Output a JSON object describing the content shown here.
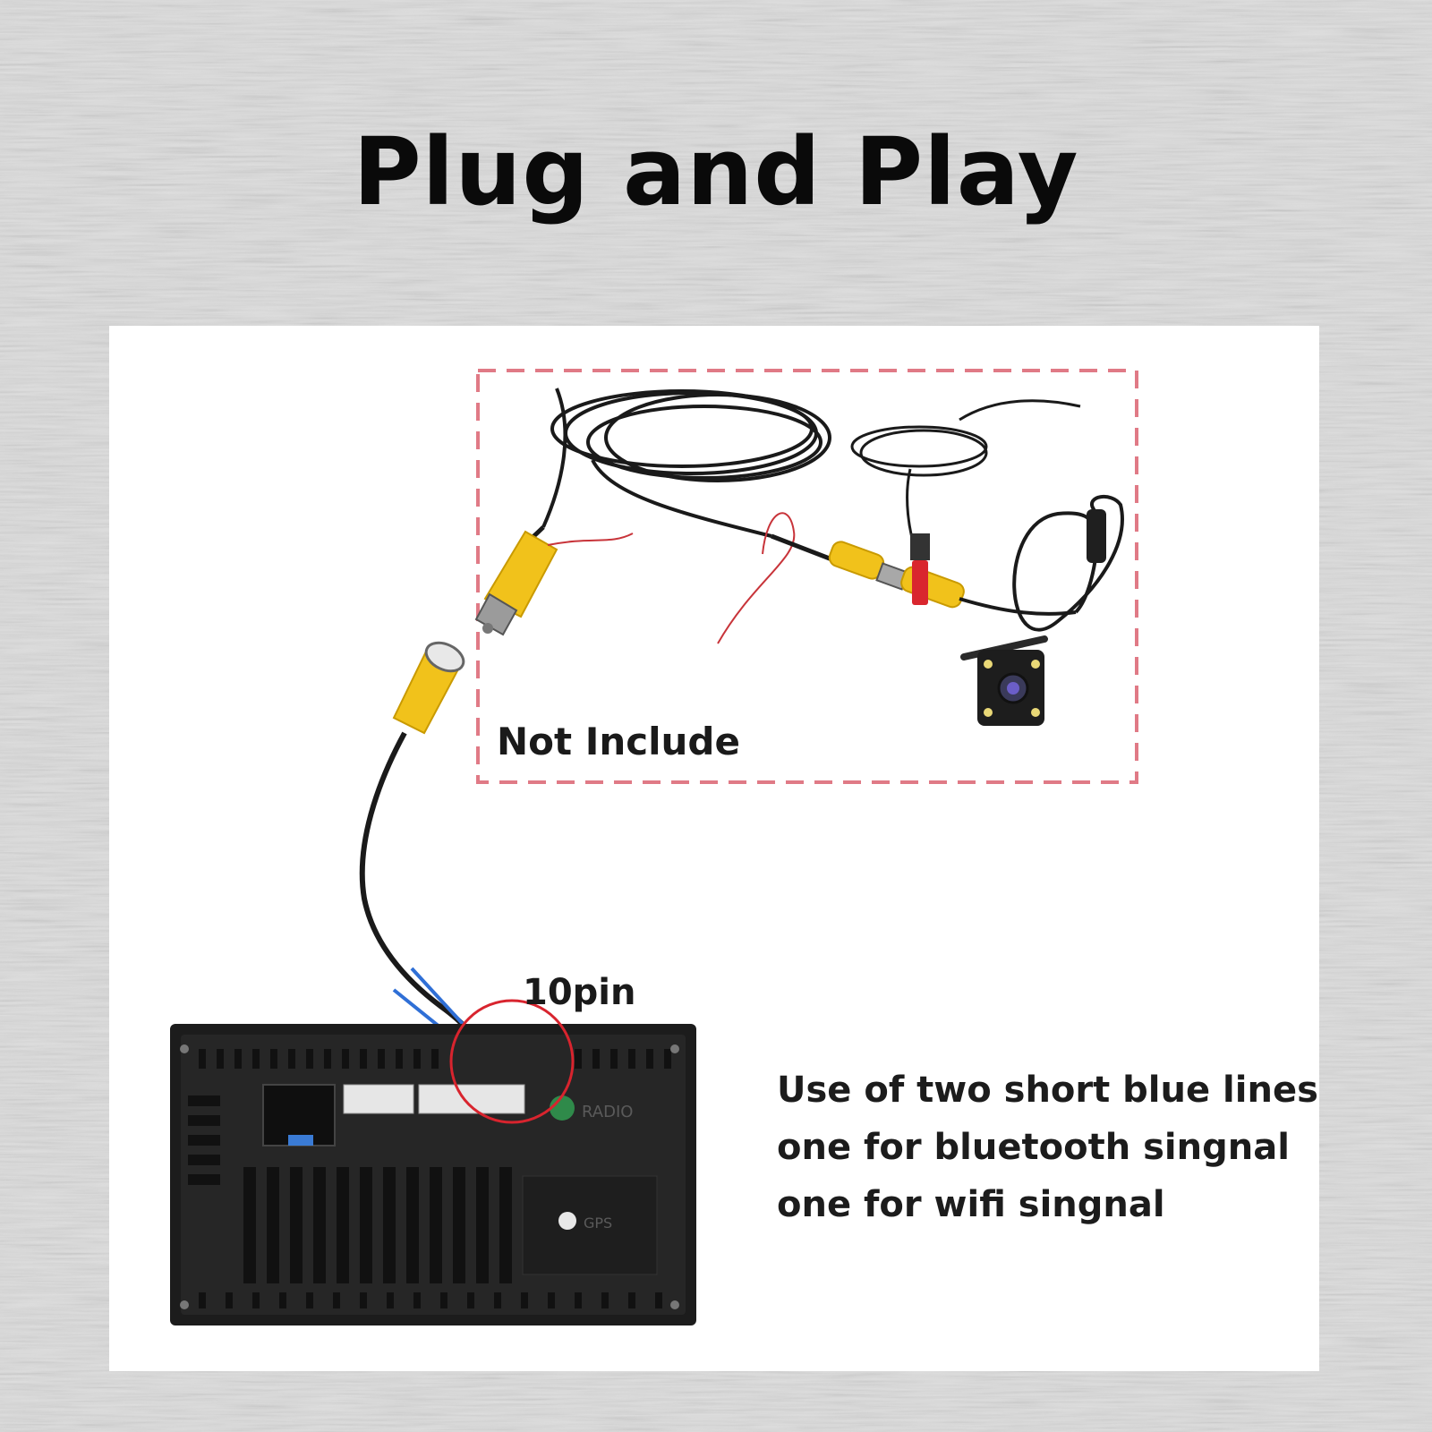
{
  "title": "Plug and Play",
  "labels": {
    "not_include": "Not Include",
    "pin_count": "10pin",
    "note_lines": [
      "Use of two short blue lines",
      "one for bluetooth singnal",
      "one for wifi singnal"
    ]
  },
  "unit_markings": {
    "radio": "RADIO",
    "gps": "GPS"
  },
  "colors": {
    "dashed_box": "#e07a86",
    "highlight_circle": "#d8242e",
    "rca_yellow": "#f1c21b",
    "cable": "#1a1a1a",
    "blue_wire": "#2f6fd6"
  }
}
